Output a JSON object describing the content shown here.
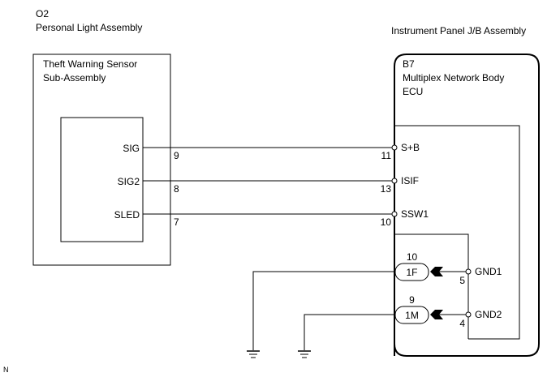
{
  "left_component": {
    "code": "O2",
    "name": "Personal Light Assembly",
    "sub_component": "Theft Warning Sensor Sub-Assembly",
    "sub_component_lines": [
      "Theft Warning Sensor",
      "Sub-Assembly"
    ],
    "terminals": [
      {
        "name": "SIG",
        "pin": "9"
      },
      {
        "name": "SIG2",
        "pin": "8"
      },
      {
        "name": "SLED",
        "pin": "7"
      }
    ]
  },
  "right_component": {
    "assembly": "Instrument Panel J/B Assembly",
    "code": "B7",
    "name_lines": [
      "Multiplex Network Body",
      "ECU"
    ],
    "terminals": [
      {
        "name": "S+B",
        "pin": "11"
      },
      {
        "name": "ISIF",
        "pin": "13"
      },
      {
        "name": "SSW1",
        "pin": "10"
      },
      {
        "name": "GND1",
        "pin": "5"
      },
      {
        "name": "GND2",
        "pin": "4"
      }
    ]
  },
  "connectors": [
    {
      "label": "1F",
      "pin": "10"
    },
    {
      "label": "1M",
      "pin": "9"
    }
  ],
  "grounds": [
    "ground-1F",
    "ground-1M"
  ],
  "footer_mark": "N"
}
